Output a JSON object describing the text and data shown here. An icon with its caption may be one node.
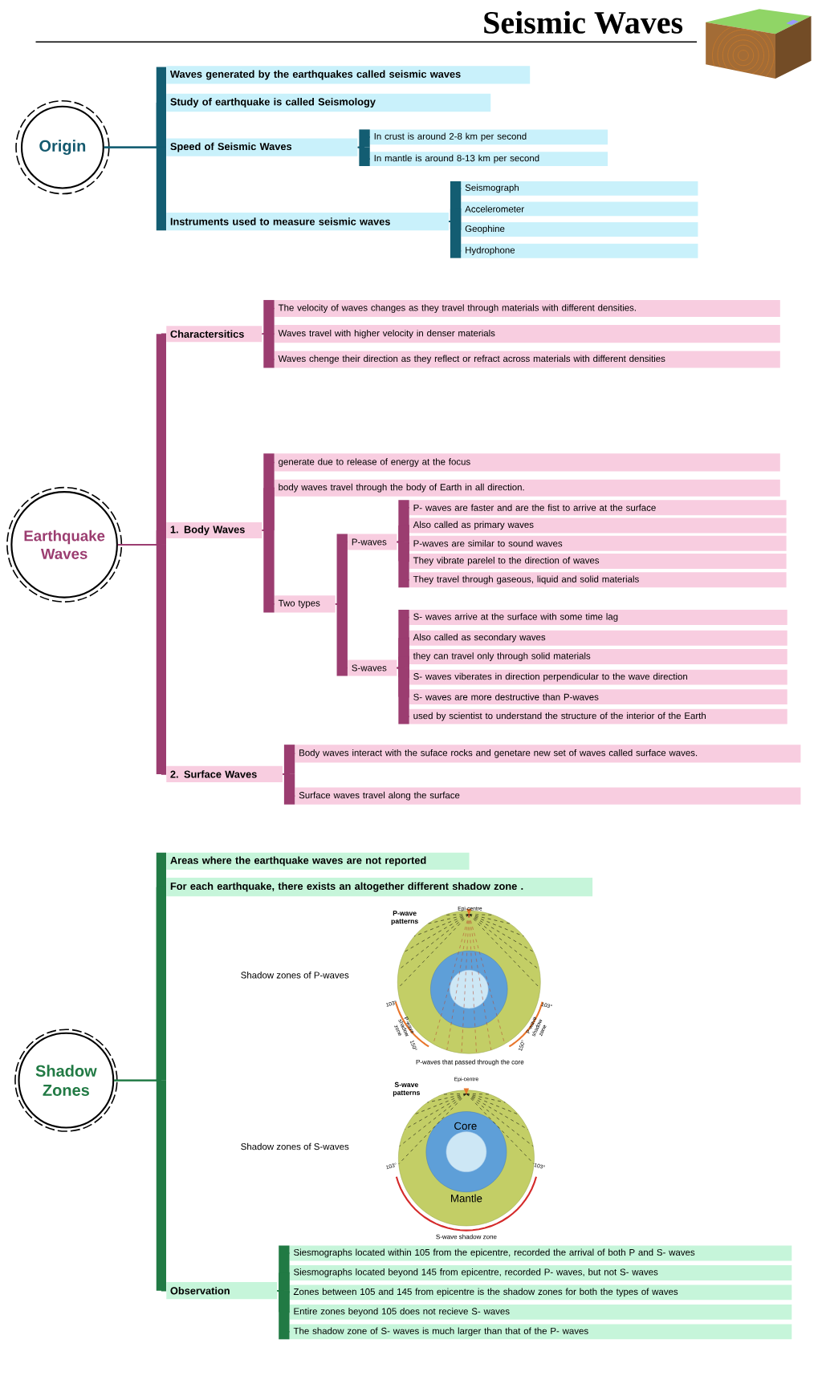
{
  "diagram": {
    "title": "Seismic Waves",
    "nodes": [
      {
        "text": [
          "Origin"
        ]
      },
      {
        "text": [
          "Waves generated by the earthquakes called seismic waves"
        ]
      },
      {
        "text": [
          "Study of earthquake is called Seismology"
        ]
      },
      {
        "text": [
          "Speed of Seismic Waves"
        ]
      },
      {
        "text": [
          "In crust is around 2-8 km per second"
        ]
      },
      {
        "text": [
          "In mantle is around 8-13 km per second"
        ]
      },
      {
        "text": [
          "Instruments used to measure seismic waves"
        ]
      },
      {
        "text": [
          "Seismograph"
        ]
      },
      {
        "text": [
          "Accelerometer"
        ]
      },
      {
        "text": [
          "Geophine"
        ]
      },
      {
        "text": [
          "Hydrophone"
        ]
      },
      {
        "text": [
          "Earthquake Waves"
        ]
      },
      {
        "text": [
          "Charactersitics"
        ]
      },
      {
        "text": [
          "The velocity of waves changes as they travel through materials with different densities."
        ]
      },
      {
        "text": [
          "Waves travel with higher velocity in denser materials"
        ]
      },
      {
        "text": [
          "Waves chenge their direction as they reflect or refract across materials with different densities"
        ]
      },
      {
        "text": [
          "1. Body Waves"
        ]
      },
      {
        "text": [
          "generate due to release of energy at the focus"
        ]
      },
      {
        "text": [
          "body waves travel through the body of Earth in all direction."
        ]
      },
      {
        "text": [
          "Two types"
        ]
      },
      {
        "text": [
          "P-waves"
        ]
      },
      {
        "text": [
          "P- waves are faster and are the fist to arrive at the surface"
        ]
      },
      {
        "text": [
          "Also called as primary waves"
        ]
      },
      {
        "text": [
          "P-waves are similar to sound waves"
        ]
      },
      {
        "text": [
          "They vibrate parelel to the direction of waves"
        ]
      },
      {
        "text": [
          "They travel through gaseous, liquid and solid materials"
        ]
      },
      {
        "text": [
          "S-waves"
        ]
      },
      {
        "text": [
          "S- waves arrive at the surface with some time lag"
        ]
      },
      {
        "text": [
          "Also called as secondary waves"
        ]
      },
      {
        "text": [
          "they can travel only through solid materials"
        ]
      },
      {
        "text": [
          "S- waves viberates in direction perpendicular to the wave direction"
        ]
      },
      {
        "text": [
          "S- waves are more destructive than P-waves"
        ]
      },
      {
        "text": [
          "used by scientist to understand the structure of the interior of the Earth"
        ]
      },
      {
        "text": [
          "2. Surface Waves"
        ]
      },
      {
        "text": [
          "Body waves interact with the suface rocks and genetare new set of waves called surface waves."
        ]
      },
      {
        "text": [
          "Surface waves travel along the surface"
        ]
      },
      {
        "text": [
          "Shadow Zones"
        ]
      },
      {
        "text": [
          "Areas where the earthquake waves are not reported"
        ]
      },
      {
        "text": [
          "For each earthquake, there exists an altogether different shadow zone ."
        ]
      },
      {
        "text": [
          "Observation"
        ]
      },
      {
        "text": [
          "Siesmographs located within 105 from the epicentre, recorded the arrival of both P and S- waves"
        ]
      },
      {
        "text": [
          "Siesmographs located beyond 145 from epicentre, recorded P- waves, but not S- waves"
        ]
      },
      {
        "text": [
          "Zones between 105 and 145 from epicentre is the shadow zones for both the types of waves"
        ]
      },
      {
        "text": [
          "Entire zones beyond 105 does not recieve S- waves"
        ]
      },
      {
        "text": [
          "The shadow zone of S- waves is much larger than that of the P- waves"
        ]
      }
    ],
    "edges": [
      {
        "from": 0,
        "to": 1,
        "arrow": "none",
        "color": "#135d72"
      },
      {
        "from": 0,
        "to": 2,
        "arrow": "none",
        "color": "#135d72"
      },
      {
        "from": 0,
        "to": 3,
        "arrow": "none",
        "color": "#135d72"
      },
      {
        "from": 0,
        "to": 6,
        "arrow": "none",
        "color": "#135d72"
      },
      {
        "from": 3,
        "to": 4,
        "arrow": "none",
        "color": "#135d72"
      },
      {
        "from": 3,
        "to": 5,
        "arrow": "none",
        "color": "#135d72"
      },
      {
        "from": 6,
        "to": 7,
        "arrow": "none",
        "color": "#135d72"
      },
      {
        "from": 6,
        "to": 8,
        "arrow": "none",
        "color": "#135d72"
      },
      {
        "from": 6,
        "to": 9,
        "arrow": "none",
        "color": "#135d72"
      },
      {
        "from": 6,
        "to": 10,
        "arrow": "none",
        "color": "#135d72"
      },
      {
        "from": 11,
        "to": 12,
        "arrow": "none",
        "color": "#9b3d70"
      },
      {
        "from": 11,
        "to": 16,
        "arrow": "none",
        "color": "#9b3d70"
      },
      {
        "from": 11,
        "to": 33,
        "arrow": "none",
        "color": "#9b3d70"
      },
      {
        "from": 12,
        "to": 13,
        "arrow": "none",
        "color": "#9b3d70"
      },
      {
        "from": 12,
        "to": 14,
        "arrow": "none",
        "color": "#9b3d70"
      },
      {
        "from": 12,
        "to": 15,
        "arrow": "none",
        "color": "#9b3d70"
      },
      {
        "from": 16,
        "to": 17,
        "arrow": "none",
        "color": "#9b3d70"
      },
      {
        "from": 16,
        "to": 18,
        "arrow": "none",
        "color": "#9b3d70"
      },
      {
        "from": 16,
        "to": 19,
        "arrow": "none",
        "color": "#9b3d70"
      },
      {
        "from": 19,
        "to": 20,
        "arrow": "none",
        "color": "#9b3d70"
      },
      {
        "from": 19,
        "to": 26,
        "arrow": "none",
        "color": "#9b3d70"
      },
      {
        "from": 20,
        "to": 21,
        "arrow": "none",
        "color": "#9b3d70"
      },
      {
        "from": 20,
        "to": 22,
        "arrow": "none",
        "color": "#9b3d70"
      },
      {
        "from": 20,
        "to": 23,
        "arrow": "none",
        "color": "#9b3d70"
      },
      {
        "from": 20,
        "to": 24,
        "arrow": "none",
        "color": "#9b3d70"
      },
      {
        "from": 20,
        "to": 25,
        "arrow": "none",
        "color": "#9b3d70"
      },
      {
        "from": 26,
        "to": 27,
        "arrow": "none",
        "color": "#9b3d70"
      },
      {
        "from": 26,
        "to": 28,
        "arrow": "none",
        "color": "#9b3d70"
      },
      {
        "from": 26,
        "to": 29,
        "arrow": "none",
        "color": "#9b3d70"
      },
      {
        "from": 26,
        "to": 30,
        "arrow": "none",
        "color": "#9b3d70"
      },
      {
        "from": 26,
        "to": 31,
        "arrow": "none",
        "color": "#9b3d70"
      },
      {
        "from": 26,
        "to": 32,
        "arrow": "none",
        "color": "#9b3d70"
      },
      {
        "from": 33,
        "to": 34,
        "arrow": "none",
        "color": "#9b3d70"
      },
      {
        "from": 33,
        "to": 35,
        "arrow": "none",
        "color": "#9b3d70"
      },
      {
        "from": 36,
        "to": 37,
        "arrow": "none",
        "color": "#217a44"
      },
      {
        "from": 36,
        "to": 38,
        "arrow": "none",
        "color": "#217a44"
      },
      {
        "from": 36,
        "to": 39,
        "arrow": "none",
        "color": "#217a44"
      },
      {
        "from": 39,
        "to": 40,
        "arrow": "none",
        "color": "#217a44"
      },
      {
        "from": 39,
        "to": 41,
        "arrow": "none",
        "color": "#217a44"
      },
      {
        "from": 39,
        "to": 42,
        "arrow": "none",
        "color": "#217a44"
      },
      {
        "from": 39,
        "to": 43,
        "arrow": "none",
        "color": "#217a44"
      },
      {
        "from": 39,
        "to": 44,
        "arrow": "none",
        "color": "#217a44"
      }
    ],
    "labels": [
      "Shadow zones of P-waves",
      "P-wave patterns",
      "Epi-centre",
      "103°",
      "P-wave shadow zone",
      "150°",
      "103°",
      "P-wave shadow zone",
      "150°",
      "P-waves that passed through the core",
      "Shadow zones of S-waves",
      "S-wave patterns",
      "Epi-centre",
      "Core",
      "Mantle",
      "103°",
      "103°",
      "S-wave shadow zone"
    ]
  }
}
